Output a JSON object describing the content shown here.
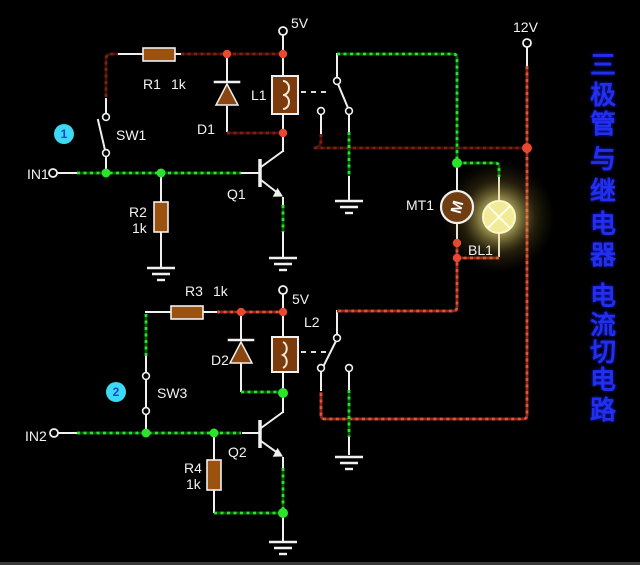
{
  "title": {
    "text": "三极管与继电器电流切电路",
    "chars": [
      "三",
      "极",
      "管",
      "与",
      "继",
      "电",
      "器",
      "电",
      "流",
      "切",
      "电",
      "路"
    ],
    "color": "#2130ee"
  },
  "labels": {
    "in1": "IN1",
    "sw1": "SW1",
    "r1": "R1",
    "r1_value": "1k",
    "r2": "R2",
    "r2_value": "1k",
    "d1": "D1",
    "l1": "L1",
    "q1": "Q1",
    "v5_top": "5V",
    "in2": "IN2",
    "sw3": "SW3",
    "r3": "R3",
    "r3_value": "1k",
    "r4": "R4",
    "r4_value": "1k",
    "d2": "D2",
    "l2": "L2",
    "q2": "Q2",
    "v5_bottom": "5V",
    "v12": "12V",
    "mt1": "MT1",
    "bl1": "BL1",
    "motor_letter": "M"
  },
  "badges": [
    "1",
    "2"
  ],
  "switch_states": {
    "sw1": "open",
    "sw3": "closed",
    "relay1": "right-contact-ground",
    "relay2": "left-contact-12v"
  },
  "indicators": {
    "bl1_state": "lit"
  },
  "colors": {
    "background": "#000000",
    "wire": "#f0f0f0",
    "current_green": "#2ae32a",
    "power_red": "#e85038",
    "idle_dark_red": "#7e2010",
    "component_brown": "#9b520f",
    "relay_brown": "#7c3b0c",
    "node_red": "#e84830",
    "node_green": "#2ae32a",
    "badge_cyan": "#3dd8f1",
    "title_blue": "#2130ee",
    "bulb_glow": "#f5e98a"
  }
}
